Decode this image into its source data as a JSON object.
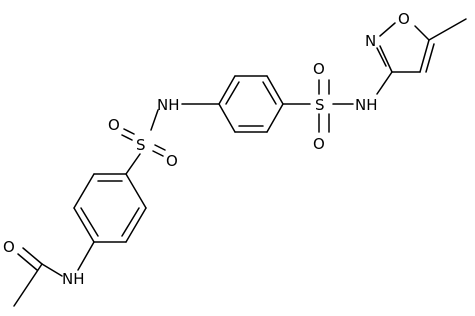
{
  "molecule": {
    "atom_labels": {
      "o_isoxazole": "O",
      "n_isoxazole": "N",
      "nh_right": "NH",
      "s_right": "S",
      "o_right_top": "O",
      "o_right_bottom": "O",
      "nh_middle": "NH",
      "s_left": "S",
      "o_left_1": "O",
      "o_left_2": "O",
      "o_acetyl": "O",
      "nh_acetyl": "NH"
    }
  },
  "colors": {
    "ink": "#000000",
    "background": "#ffffff"
  }
}
